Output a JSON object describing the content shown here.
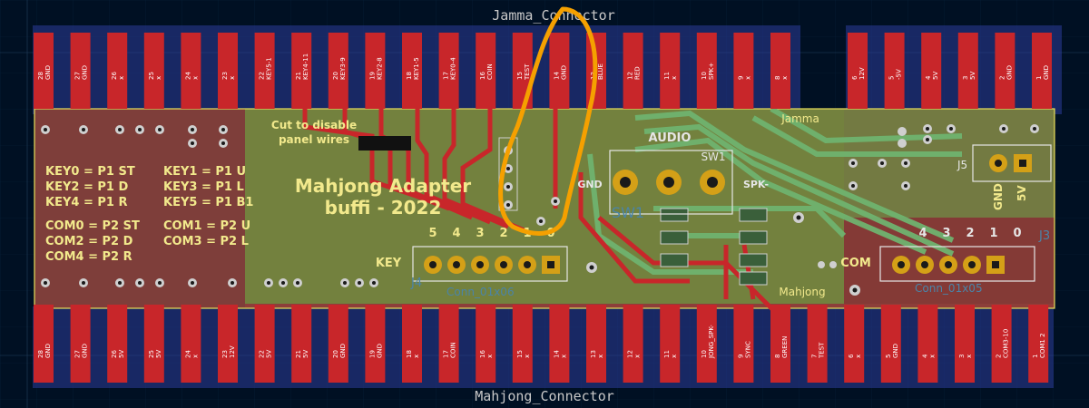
{
  "board": {
    "top_connector_title": "Jamma_Connector",
    "bottom_connector_title": "Mahjong_Connector",
    "title_line1": "Mahjong Adapter",
    "title_line2": "buffi - 2022",
    "cut_note_line1": "Cut to disable",
    "cut_note_line2": "panel wires",
    "key_map_left": [
      "KEY0 = P1 ST",
      "KEY2 = P1 D",
      "KEY4 = P1 R",
      "COM0 = P2 ST",
      "COM2 = P2 D",
      "COM4 = P2 R"
    ],
    "key_map_right": [
      "KEY1 = P1 U",
      "KEY3 = P1 L",
      "KEY5 = P1 B1",
      "COM1 = P2 U",
      "COM3 = P2 L"
    ],
    "audio_label": "AUDIO",
    "sw1_label": "SW1",
    "sw1_ref": "SW1",
    "gnd_label": "GND",
    "spk_label": "SPK-",
    "jamma_label": "Jamma",
    "mahjong_label": "Mahjong",
    "key_label": "KEY",
    "com_label": "COM",
    "j4_ref": "J4",
    "j3_ref": "J3",
    "j5_ref": "J5",
    "j5_gnd": "GND",
    "j5_5v": "5V",
    "key_conn_name": "Conn_01x06",
    "com_conn_name": "Conn_01x05",
    "key_numbers": [
      "5",
      "4",
      "3",
      "2",
      "1",
      "0"
    ],
    "com_numbers": [
      "4",
      "3",
      "2",
      "1",
      "0"
    ]
  },
  "top_pins": [
    {
      "num": "28",
      "name": "GND"
    },
    {
      "num": "27",
      "name": "GND"
    },
    {
      "num": "26",
      "name": "x"
    },
    {
      "num": "25",
      "name": "x"
    },
    {
      "num": "24",
      "name": "x"
    },
    {
      "num": "23",
      "name": "x"
    },
    {
      "num": "22",
      "name": "KEY5-1"
    },
    {
      "num": "21",
      "name": "KEY4-11"
    },
    {
      "num": "20",
      "name": "KEY3-9"
    },
    {
      "num": "19",
      "name": "KEY2-8"
    },
    {
      "num": "18",
      "name": "KEY1-5"
    },
    {
      "num": "17",
      "name": "KEY0-4"
    },
    {
      "num": "16",
      "name": "COIN"
    },
    {
      "num": "15",
      "name": "TEST"
    },
    {
      "num": "14",
      "name": "GND"
    },
    {
      "num": "13",
      "name": "BLUE"
    },
    {
      "num": "12",
      "name": "RED"
    },
    {
      "num": "11",
      "name": "x"
    },
    {
      "num": "10",
      "name": "SPK+"
    },
    {
      "num": "9",
      "name": "x"
    },
    {
      "num": "8",
      "name": "x"
    },
    {
      "num": "6",
      "name": "12V"
    },
    {
      "num": "5",
      "name": "-5V"
    },
    {
      "num": "4",
      "name": "5V"
    },
    {
      "num": "3",
      "name": "5V"
    },
    {
      "num": "2",
      "name": "GND"
    },
    {
      "num": "1",
      "name": "GND"
    }
  ],
  "bottom_pins": [
    {
      "num": "28",
      "name": "GND"
    },
    {
      "num": "27",
      "name": "GND"
    },
    {
      "num": "26",
      "name": "5V"
    },
    {
      "num": "25",
      "name": "5V"
    },
    {
      "num": "24",
      "name": "x"
    },
    {
      "num": "23",
      "name": "12V"
    },
    {
      "num": "22",
      "name": "5V"
    },
    {
      "num": "21",
      "name": "5V"
    },
    {
      "num": "20",
      "name": "GND"
    },
    {
      "num": "19",
      "name": "GND"
    },
    {
      "num": "18",
      "name": "x"
    },
    {
      "num": "17",
      "name": "COIN"
    },
    {
      "num": "16",
      "name": "x"
    },
    {
      "num": "15",
      "name": "x"
    },
    {
      "num": "14",
      "name": "x"
    },
    {
      "num": "13",
      "name": "x"
    },
    {
      "num": "12",
      "name": "x"
    },
    {
      "num": "11",
      "name": "x"
    },
    {
      "num": "10",
      "name": "JONG_SPK-"
    },
    {
      "num": "9",
      "name": "SYNC"
    },
    {
      "num": "8",
      "name": "GREEN"
    },
    {
      "num": "7",
      "name": "TEST"
    },
    {
      "num": "6",
      "name": "x"
    },
    {
      "num": "5",
      "name": "GND"
    },
    {
      "num": "4",
      "name": "x"
    },
    {
      "num": "3",
      "name": "x"
    },
    {
      "num": "2",
      "name": "COM3-10"
    },
    {
      "num": "1",
      "name": "COM1 2"
    }
  ],
  "colors": {
    "background": "#001023",
    "copper_fill_top": "#8c3f3a",
    "copper_fill_bottom": "#5b7f3d",
    "pad_red": "#c8262a",
    "trace_red": "#c8262a",
    "trace_green": "#6fb36f",
    "silk_yellow": "#f2e98c",
    "annotation_orange": "#f5a000",
    "outline_blue": "#2b3c9a"
  }
}
